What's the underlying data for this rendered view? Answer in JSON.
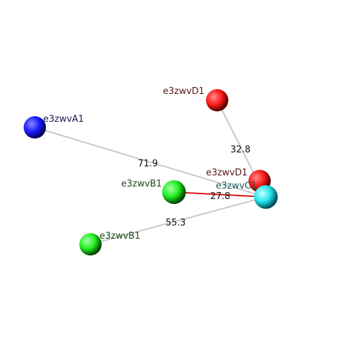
{
  "atoms": [
    {
      "id": "A1",
      "label": "e3zwvA1",
      "color": "#1a1aff",
      "label_color": "#1a1a55"
    },
    {
      "id": "D1a",
      "label": "e3zwvD1",
      "color": "#ff1a1a",
      "label_color": "#5a1a1a"
    },
    {
      "id": "D1b",
      "label": "e3zwvD1",
      "color": "#ff1a1a",
      "label_color": "#5a1a1a"
    },
    {
      "id": "B1a",
      "label": "e3zwvB1",
      "color": "#22ee22",
      "label_color": "#1a4a1a"
    },
    {
      "id": "B1b",
      "label": "e3zwvB1",
      "color": "#22ee22",
      "label_color": "#1a4a1a"
    },
    {
      "id": "C",
      "label": "e3zwvC1",
      "color": "#22e5ee",
      "label_color": "#1a5a5a"
    }
  ],
  "distances": [
    {
      "from": "A1",
      "to": "C",
      "value": "71.9",
      "color": "#c8c8c8"
    },
    {
      "from": "D1a",
      "to": "C",
      "value": "32.8",
      "color": "#c8c8c8"
    },
    {
      "from": "B1a",
      "to": "C",
      "value": "27.8",
      "color": "#dd1111"
    },
    {
      "from": "B1b",
      "to": "C",
      "value": "55.3",
      "color": "#c8c8c8"
    }
  ]
}
